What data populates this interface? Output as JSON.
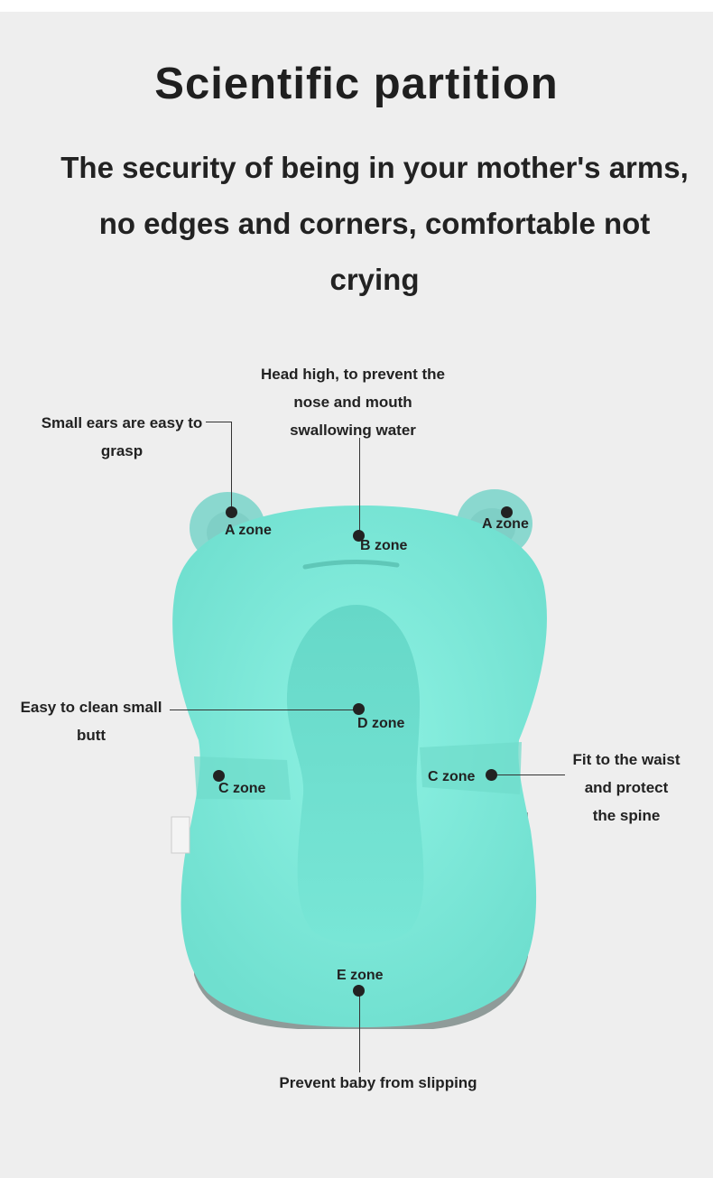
{
  "title": "Scientific partition",
  "subtitle": {
    "line1": "The security of being in your mother's arms,",
    "line2": "no edges and corners, comfortable not",
    "line3": "crying"
  },
  "callouts": {
    "ears": {
      "line1": "Small ears are easy to",
      "line2": "grasp"
    },
    "head": {
      "line1": "Head high, to prevent the",
      "line2": "nose and mouth",
      "line3": "swallowing water"
    },
    "clean": {
      "line1": "Easy to clean small",
      "line2": "butt"
    },
    "waist": {
      "line1": "Fit to the waist",
      "line2": "and protect",
      "line3": "the spine"
    },
    "slip": {
      "line1": "Prevent baby from slipping"
    }
  },
  "zones": {
    "a_left": "A zone",
    "a_right": "A zone",
    "b": "B zone",
    "c_left": "C zone",
    "c_right": "C zone",
    "d": "D zone",
    "e": "E zone"
  },
  "colors": {
    "background": "#eeeeee",
    "cushion": "#7fead9",
    "cushion_shadow": "#5fd3c4",
    "ear": "#8ad8cf",
    "base": "#8f9b99"
  }
}
